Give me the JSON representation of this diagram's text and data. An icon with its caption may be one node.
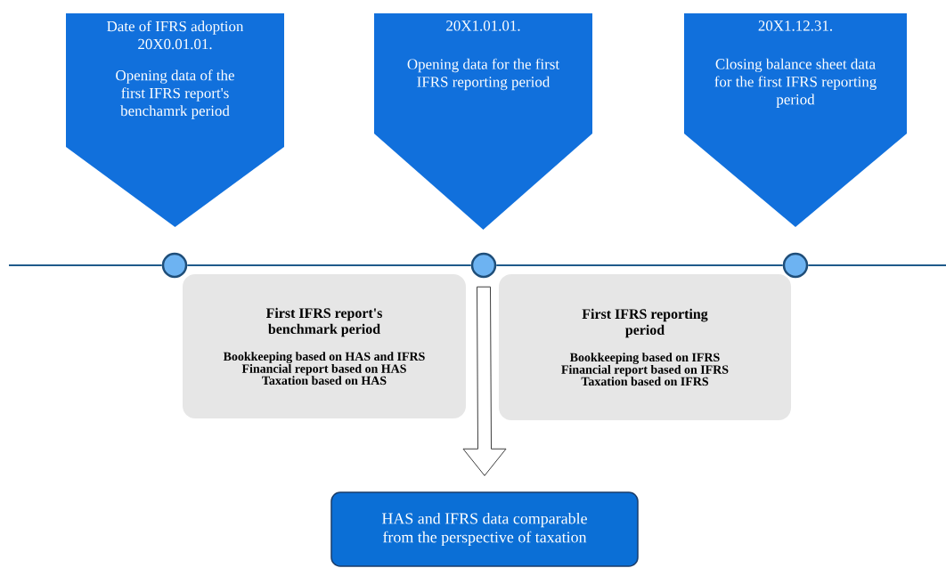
{
  "diagram": {
    "nodes": [
      {
        "text": [
          "Date of IFRS adoption 20X0.01.01.",
          "Opening data of the first IFRS report's benchamrk period"
        ]
      },
      {
        "text": [
          "20X1.01.01.",
          "Opening data for the first IFRS reporting period"
        ]
      },
      {
        "text": [
          "20X1.12.31.",
          "Closing balance sheet data for the first IFRS reporting period"
        ]
      },
      {
        "text": [],
        "shape": "circle"
      },
      {
        "text": [],
        "shape": "circle"
      },
      {
        "text": [],
        "shape": "circle"
      },
      {
        "text": [
          "First IFRS report's benchmark period",
          "Bookkeeping based on HAS and IFRS",
          "Financial report based on HAS",
          "Taxation based on HAS"
        ]
      },
      {
        "text": [
          "First IFRS reporting period",
          "Bookkeeping based on IFRS",
          "Financial report based on IFRS",
          "Taxation based on IFRS"
        ]
      },
      {
        "text": [
          "HAS and IFRS data comparable from the perspective of taxation"
        ]
      }
    ],
    "edges": [
      {
        "from": null,
        "to": 3,
        "arrow": "none"
      },
      {
        "from": 3,
        "to": 4,
        "arrow": "none"
      },
      {
        "from": 4,
        "to": 5,
        "arrow": "none"
      },
      {
        "from": 5,
        "to": null,
        "arrow": "none"
      },
      {
        "from": 4,
        "to": 8,
        "arrow": "to"
      }
    ]
  }
}
